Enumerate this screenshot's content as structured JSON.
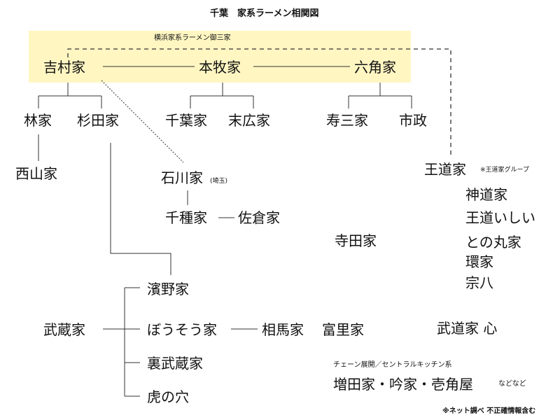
{
  "title": "千葉　家系ラーメン相関図",
  "highlight": {
    "label": "横浜家系ラーメン御三家",
    "color": "#fff6c2"
  },
  "nodes": {
    "yoshimura": "吉村家",
    "honmoku": "本牧家",
    "rokkaku": "六角家",
    "hayashi": "林家",
    "sugita": "杉田家",
    "chiba": "千葉家",
    "suehiro": "末広家",
    "kotobuki": "寿三家",
    "ichimasa": "市政",
    "nishiyama": "西山家",
    "ishikawa": "石川家",
    "ishikawa_note": "(埼玉)",
    "chigusa": "千種家",
    "sakura": "佐倉家",
    "oudou": "王道家",
    "oudou_note": "※王道家グループ",
    "oudou_group": [
      "神道家",
      "王道いしい",
      "との丸家",
      "環家",
      "宗八"
    ],
    "terada": "寺田家",
    "hamano": "濱野家",
    "musashi": "武蔵家",
    "bousou": "ぼうそう家",
    "souma": "相馬家",
    "tomisato": "富里家",
    "urabushi": "裏武蔵家",
    "tora": "虎の穴",
    "budou": "武道家 心",
    "chain_label": "チェーン展開／セントラルキッチン系",
    "chain_items": "増田家・吟家・壱角屋",
    "chain_suffix": "などなど"
  },
  "footer_note": "※ネット調べ 不正確情報含む",
  "colors": {
    "line": "#333333",
    "text": "#111111"
  }
}
